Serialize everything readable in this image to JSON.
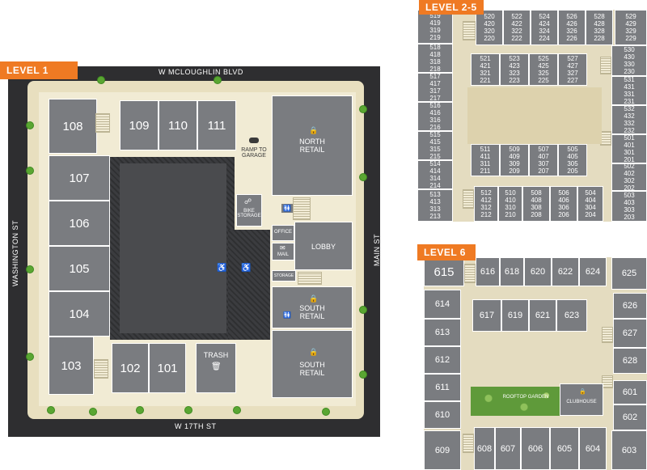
{
  "level1": {
    "tag": "LEVEL 1",
    "streets": {
      "north": "W MCLOUGHLIN BLVD",
      "south": "W 17TH ST",
      "west": "WASHINGTON ST",
      "east": "MAIN ST"
    },
    "units": {
      "u108": "108",
      "u107": "107",
      "u106": "106",
      "u105": "105",
      "u104": "104",
      "u103": "103",
      "u109": "109",
      "u110": "110",
      "u111": "111",
      "u102": "102",
      "u101": "101"
    },
    "labels": {
      "north_retail": "NORTH\nRETAIL",
      "south_retail_1": "SOUTH\nRETAIL",
      "south_retail_2": "SOUTH\nRETAIL",
      "lobby": "LOBBY",
      "trash": "TRASH",
      "ramp": "RAMP TO\nGARAGE",
      "bike": "BIKE\nSTORAGE",
      "office": "OFFICE",
      "mail": "MAIL",
      "storage": "STORAGE"
    }
  },
  "level25": {
    "tag": "LEVEL 2-5",
    "top_row": [
      "520\n420\n320\n220",
      "522\n422\n322\n222",
      "524\n424\n324\n224",
      "526\n426\n326\n226",
      "528\n428\n328\n228",
      "529\n429\n329\n229"
    ],
    "left_col": [
      "519\n419\n319\n219",
      "518\n418\n318\n218",
      "517\n417\n317\n217",
      "516\n416\n316\n216",
      "515\n415\n315\n215",
      "514\n414\n314\n214",
      "513\n413\n313\n213"
    ],
    "right_col": [
      "530\n430\n330\n230",
      "531\n431\n331\n231",
      "532\n432\n332\n232",
      "501\n401\n301\n201",
      "502\n402\n302\n202",
      "503\n403\n303\n203"
    ],
    "inner_top": [
      "521\n421\n321\n221",
      "523\n423\n323\n223",
      "525\n425\n325\n225",
      "527\n427\n327\n227"
    ],
    "inner_bottom": [
      "511\n411\n311\n211",
      "509\n409\n309\n209",
      "507\n407\n307\n207",
      "505\n405\n305\n205"
    ],
    "bottom_row": [
      "512\n412\n312\n212",
      "510\n410\n310\n210",
      "508\n408\n308\n208",
      "506\n406\n306\n206",
      "504\n404\n304\n204"
    ]
  },
  "level6": {
    "tag": "LEVEL 6",
    "top_row": [
      "616",
      "618",
      "620",
      "622",
      "624"
    ],
    "corner_nw": "615",
    "corner_ne": "625",
    "left_col": [
      "614",
      "613",
      "612",
      "611",
      "610"
    ],
    "right_col": [
      "626",
      "627",
      "628",
      "601",
      "602"
    ],
    "inner": [
      "617",
      "619",
      "621",
      "623"
    ],
    "bottom_row": [
      "608",
      "607",
      "606",
      "605",
      "604"
    ],
    "corner_sw": "609",
    "corner_se": "603",
    "rooftop": "ROOFTOP GARDEN",
    "clubhouse": "CLUBHOUSE"
  },
  "colors": {
    "accent": "#ef7a23",
    "unit": "#7a7c80",
    "corridor": "#e4dcc0",
    "street": "#2e2e30",
    "tree": "#5aa632"
  }
}
